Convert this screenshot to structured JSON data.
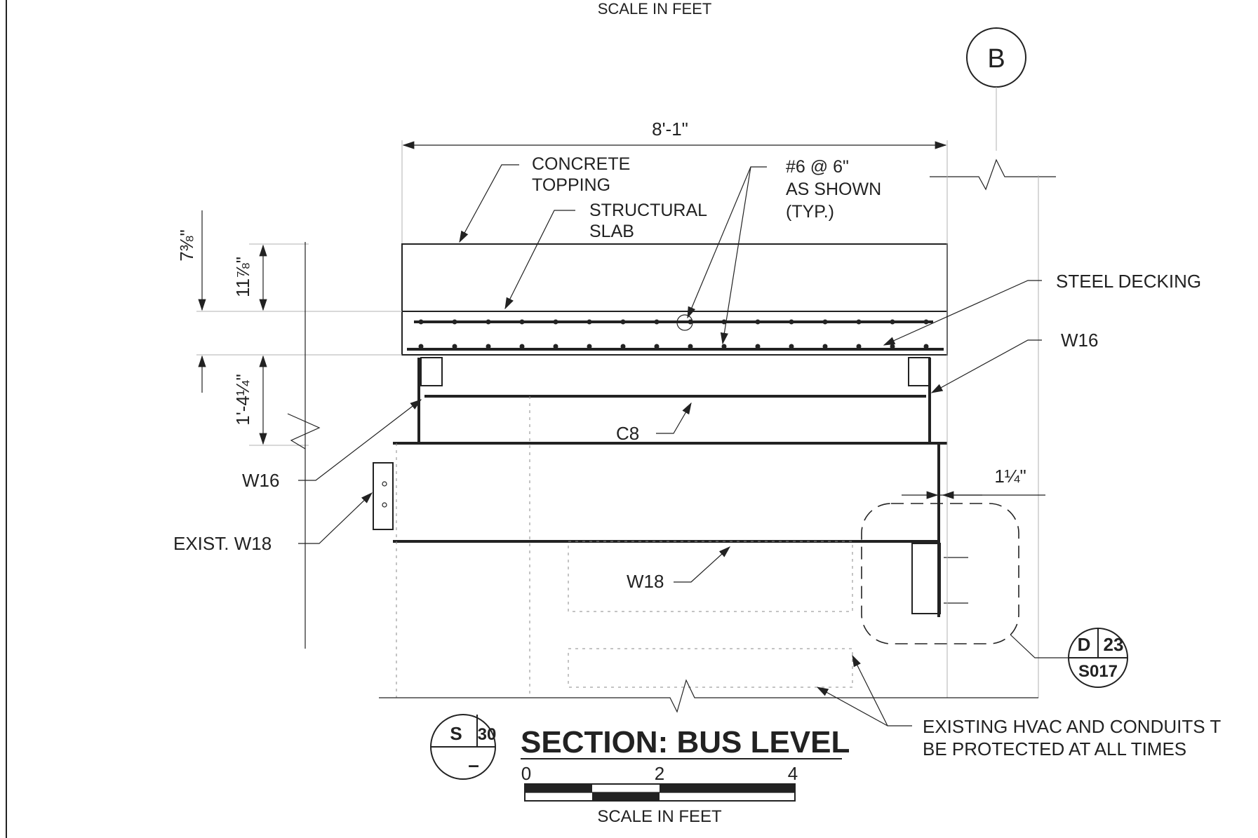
{
  "top_caption": "SCALE IN FEET",
  "grid_bubble": "B",
  "dimensions": {
    "overall_width": "8'-1\"",
    "topping": "7⅜\"",
    "slab_depth": "11⅞\"",
    "beam_depth": "1'-4¼\"",
    "offset": "1¼\""
  },
  "labels": {
    "concrete_topping_1": "CONCRETE",
    "concrete_topping_2": "TOPPING",
    "structural_slab_1": "STRUCTURAL",
    "structural_slab_2": "SLAB",
    "rebar_1": "#6 @ 6\"",
    "rebar_2": "AS SHOWN",
    "rebar_3": "(TYP.)",
    "steel_decking": "STEEL DECKING",
    "w16_right": "W16",
    "c8": "C8",
    "w16_left": "W16",
    "exist_w18": "EXIST. W18",
    "w18": "W18",
    "note_1": "EXISTING HVAC AND CONDUITS T",
    "note_2": "BE PROTECTED AT ALL TIMES"
  },
  "detail_callout": {
    "letter": "D",
    "number": "23",
    "sheet": "S017"
  },
  "title_block": {
    "section_letter": "S",
    "section_number": "30",
    "sheet_ref": "–",
    "title": "SECTION:  BUS  LEVEL",
    "scale_ticks": [
      "0",
      "2",
      "4"
    ],
    "scale_caption": "SCALE IN FEET"
  }
}
